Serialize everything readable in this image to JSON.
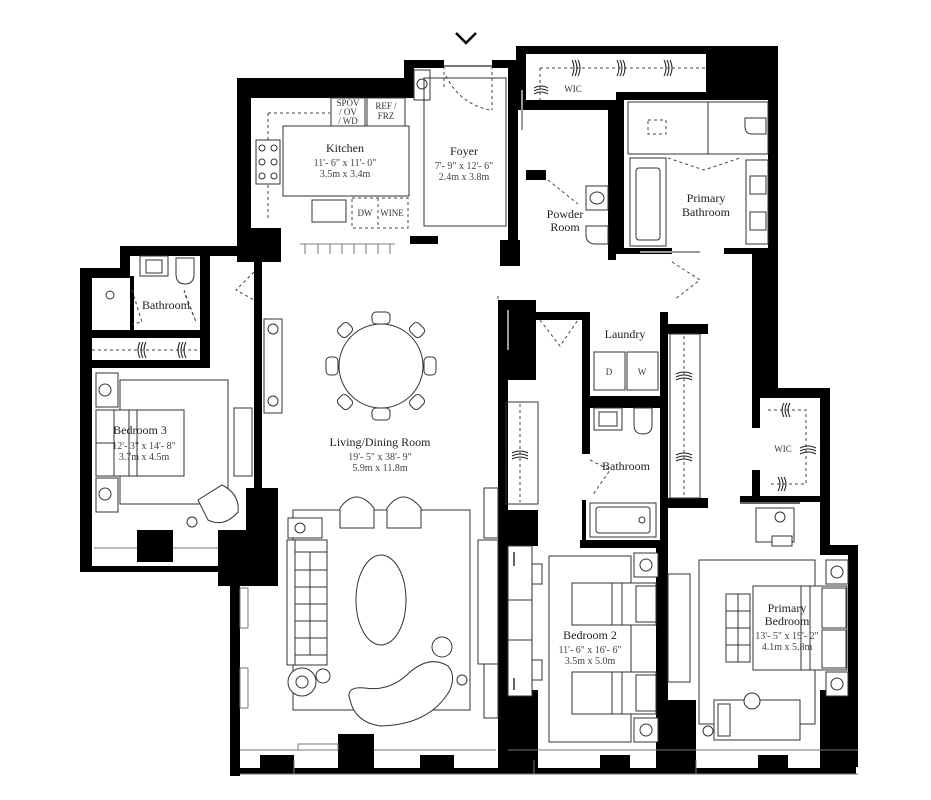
{
  "plan": {
    "entrance_marker": "entrance-chevron",
    "rooms": {
      "kitchen": {
        "name": "Kitchen",
        "dim_imperial": "11'- 6\" x 11'- 0\"",
        "dim_metric": "3.5m x 3.4m"
      },
      "foyer": {
        "name": "Foyer",
        "dim_imperial": "7'- 9\" x 12'- 6\"",
        "dim_metric": "2.4m x 3.8m"
      },
      "wic_top": {
        "name": "WIC"
      },
      "powder_room": {
        "name_line1": "Powder",
        "name_line2": "Room"
      },
      "primary_bathroom": {
        "name_line1": "Primary",
        "name_line2": "Bathroom"
      },
      "bathroom_west": {
        "name": "Bathroom"
      },
      "bedroom_3": {
        "name": "Bedroom 3",
        "dim_imperial": "12'- 3\" x 14'- 8\"",
        "dim_metric": "3.7m x 4.5m"
      },
      "living_dining": {
        "name": "Living/Dining Room",
        "dim_imperial": "19'- 5\" x 38'- 9\"",
        "dim_metric": "5.9m x 11.8m"
      },
      "laundry": {
        "name": "Laundry",
        "dryer": "D",
        "washer": "W"
      },
      "bathroom_center": {
        "name": "Bathroom"
      },
      "wic_right": {
        "name": "WIC"
      },
      "bedroom_2": {
        "name": "Bedroom 2",
        "dim_imperial": "11'- 6\" x 16'- 6\"",
        "dim_metric": "3.5m x 5.0m"
      },
      "primary_bedroom": {
        "name_line1": "Primary",
        "name_line2": "Bedroom",
        "dim_imperial": "13'- 5\" x 19'- 2\"",
        "dim_metric": "4.1m x 5.8m"
      }
    },
    "appliances": {
      "spov_line1": "SPOV",
      "spov_line2": "/ OV",
      "spov_line3": "/ WD",
      "ref_line1": "REF /",
      "ref_line2": "FRZ",
      "dishwasher": "DW",
      "wine": "WINE"
    }
  }
}
